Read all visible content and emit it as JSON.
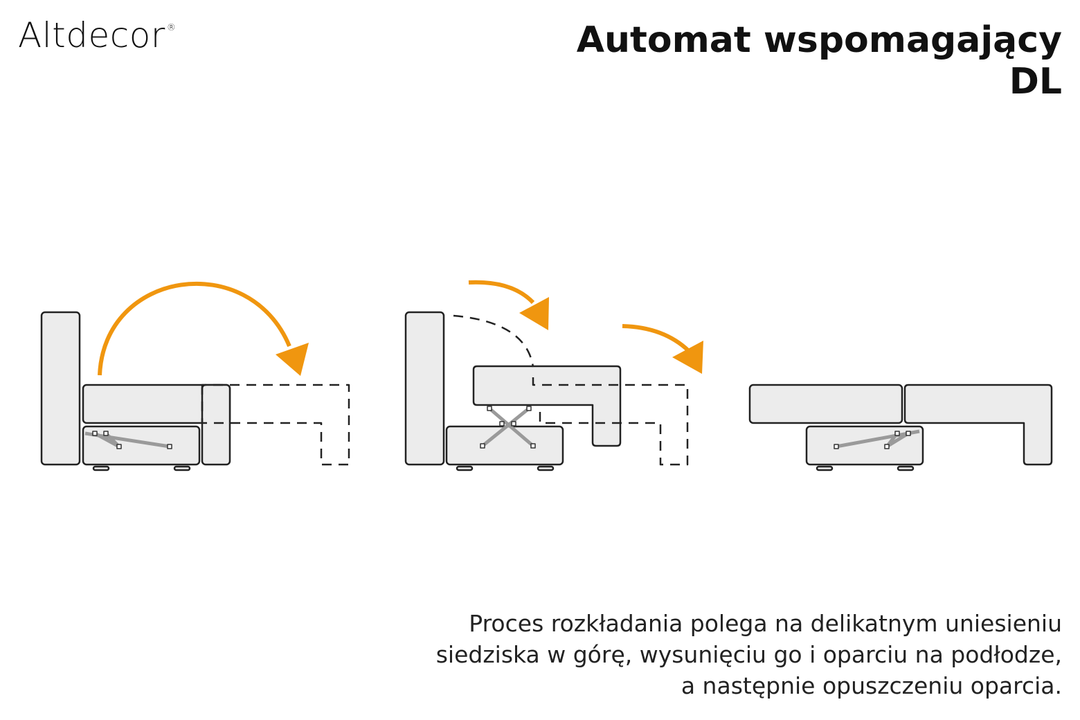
{
  "brand": {
    "name": "Altdecor",
    "mark": "®"
  },
  "title": {
    "line1": "Automat wspomagający",
    "line2": "DL"
  },
  "caption": {
    "line1": "Proces rozkładania polega na delikatnym uniesieniu",
    "line2": "siedziska w górę, wysunięciu go i oparciu na podłodze,",
    "line3": "a następnie opuszczeniu oparcia."
  },
  "colors": {
    "arrow": "#f0960f",
    "fill": "#ececec",
    "stroke": "#222222",
    "mechanism": "#9a9a9a"
  },
  "icons": [
    "curved-arrow-icon",
    "sofa-icon",
    "mechanism-icon"
  ]
}
